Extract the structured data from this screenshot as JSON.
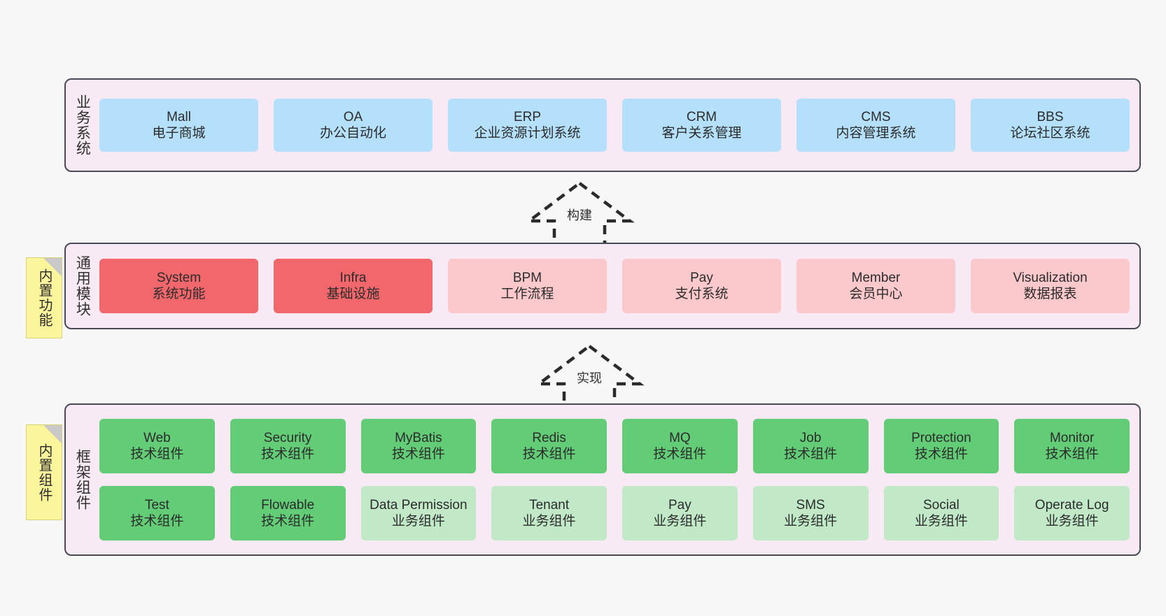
{
  "diagram": {
    "background_color": "#f7f7f7",
    "panel_color": "#f8eaf4",
    "panel_border_color": "#4a4a57",
    "note_color": "#fbf59b"
  },
  "layers": {
    "business": {
      "title": "业务系统",
      "cell_color": "#b5e0fb",
      "items": [
        {
          "en": "Mall",
          "cn": "电子商城"
        },
        {
          "en": "OA",
          "cn": "办公自动化"
        },
        {
          "en": "ERP",
          "cn": "企业资源计划系统"
        },
        {
          "en": "CRM",
          "cn": "客户关系管理"
        },
        {
          "en": "CMS",
          "cn": "内容管理系统"
        },
        {
          "en": "BBS",
          "cn": "论坛社区系统"
        }
      ]
    },
    "common": {
      "title": "通用模块",
      "note": "内置功能",
      "strong_color": "#f2676b",
      "soft_color": "#fbc8cc",
      "items": [
        {
          "en": "System",
          "cn": "系统功能",
          "emphasis": "strong"
        },
        {
          "en": "Infra",
          "cn": "基础设施",
          "emphasis": "strong"
        },
        {
          "en": "BPM",
          "cn": "工作流程",
          "emphasis": "soft"
        },
        {
          "en": "Pay",
          "cn": "支付系统",
          "emphasis": "soft"
        },
        {
          "en": "Member",
          "cn": "会员中心",
          "emphasis": "soft"
        },
        {
          "en": "Visualization",
          "cn": "数据报表",
          "emphasis": "soft"
        }
      ]
    },
    "framework": {
      "title": "框架组件",
      "note": "内置组件",
      "tech_color": "#63cc76",
      "biz_color": "#c1e9c8",
      "row1": [
        {
          "en": "Web",
          "cn": "技术组件"
        },
        {
          "en": "Security",
          "cn": "技术组件"
        },
        {
          "en": "MyBatis",
          "cn": "技术组件"
        },
        {
          "en": "Redis",
          "cn": "技术组件"
        },
        {
          "en": "MQ",
          "cn": "技术组件"
        },
        {
          "en": "Job",
          "cn": "技术组件"
        },
        {
          "en": "Protection",
          "cn": "技术组件"
        },
        {
          "en": "Monitor",
          "cn": "技术组件"
        }
      ],
      "row2": [
        {
          "en": "Test",
          "cn": "技术组件",
          "kind": "tech"
        },
        {
          "en": "Flowable",
          "cn": "技术组件",
          "kind": "tech"
        },
        {
          "en": "Data Permission",
          "cn": "业务组件",
          "kind": "biz"
        },
        {
          "en": "Tenant",
          "cn": "业务组件",
          "kind": "biz"
        },
        {
          "en": "Pay",
          "cn": "业务组件",
          "kind": "biz"
        },
        {
          "en": "SMS",
          "cn": "业务组件",
          "kind": "biz"
        },
        {
          "en": "Social",
          "cn": "业务组件",
          "kind": "biz"
        },
        {
          "en": "Operate Log",
          "cn": "业务组件",
          "kind": "biz"
        }
      ]
    }
  },
  "connectors": [
    {
      "label": "构建",
      "direction": "up",
      "style": "dashed-hollow-arrow"
    },
    {
      "label": "实现",
      "direction": "up",
      "style": "dashed-hollow-arrow"
    }
  ]
}
